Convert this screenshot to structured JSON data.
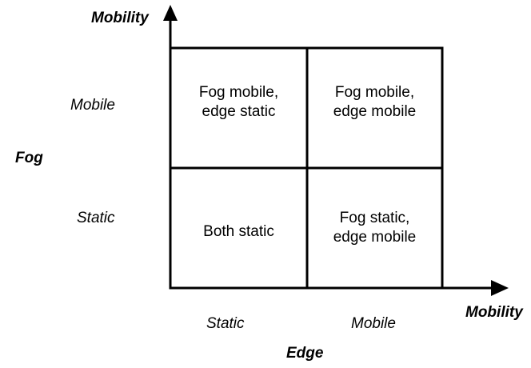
{
  "axes": {
    "y_arrow_label": "Mobility",
    "x_arrow_label": "Mobility",
    "y_axis_title": "Fog",
    "x_axis_title": "Edge",
    "y_levels": {
      "top": "Mobile",
      "bottom": "Static"
    },
    "x_levels": {
      "left": "Static",
      "right": "Mobile"
    }
  },
  "cells": {
    "top_left": {
      "line1": "Fog mobile,",
      "line2": "edge static"
    },
    "top_right": {
      "line1": "Fog mobile,",
      "line2": "edge mobile"
    },
    "bottom_left": {
      "line1": "Both static"
    },
    "bottom_right": {
      "line1": "Fog static,",
      "line2": "edge mobile"
    }
  },
  "colors": {
    "line": "#000000",
    "background": "#ffffff"
  }
}
